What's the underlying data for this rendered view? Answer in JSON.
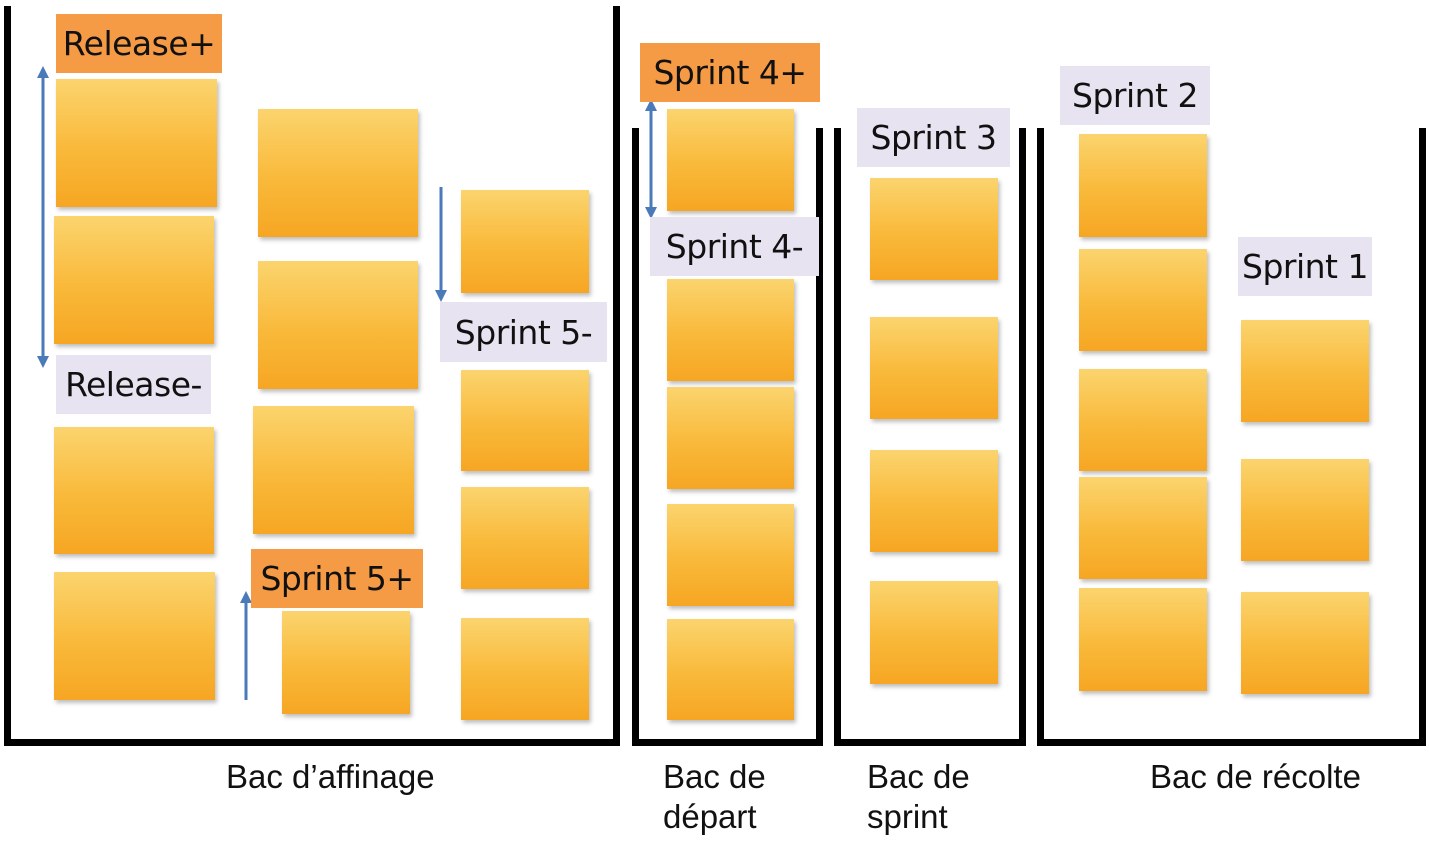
{
  "bins": [
    {
      "id": "affinage",
      "caption": "Bac d’affinage"
    },
    {
      "id": "depart",
      "caption": "Bac de\ndépart"
    },
    {
      "id": "sprint",
      "caption": "Bac de\nsprint"
    },
    {
      "id": "recolte",
      "caption": "Bac de récolte"
    }
  ],
  "tags": {
    "release_plus": "Release+",
    "release_minus": "Release-",
    "sprint5_plus": "Sprint 5+",
    "sprint5_minus": "Sprint 5-",
    "sprint4_plus": "Sprint 4+",
    "sprint4_minus": "Sprint 4-",
    "sprint3": "Sprint 3",
    "sprint2": "Sprint 2",
    "sprint1": "Sprint 1"
  },
  "colors": {
    "note": "#f9b93a",
    "tag_highlight": "#f59a45",
    "tag_neutral": "#e7e3f0",
    "arrow": "#4a7ab8",
    "bin_outline": "#000000"
  }
}
